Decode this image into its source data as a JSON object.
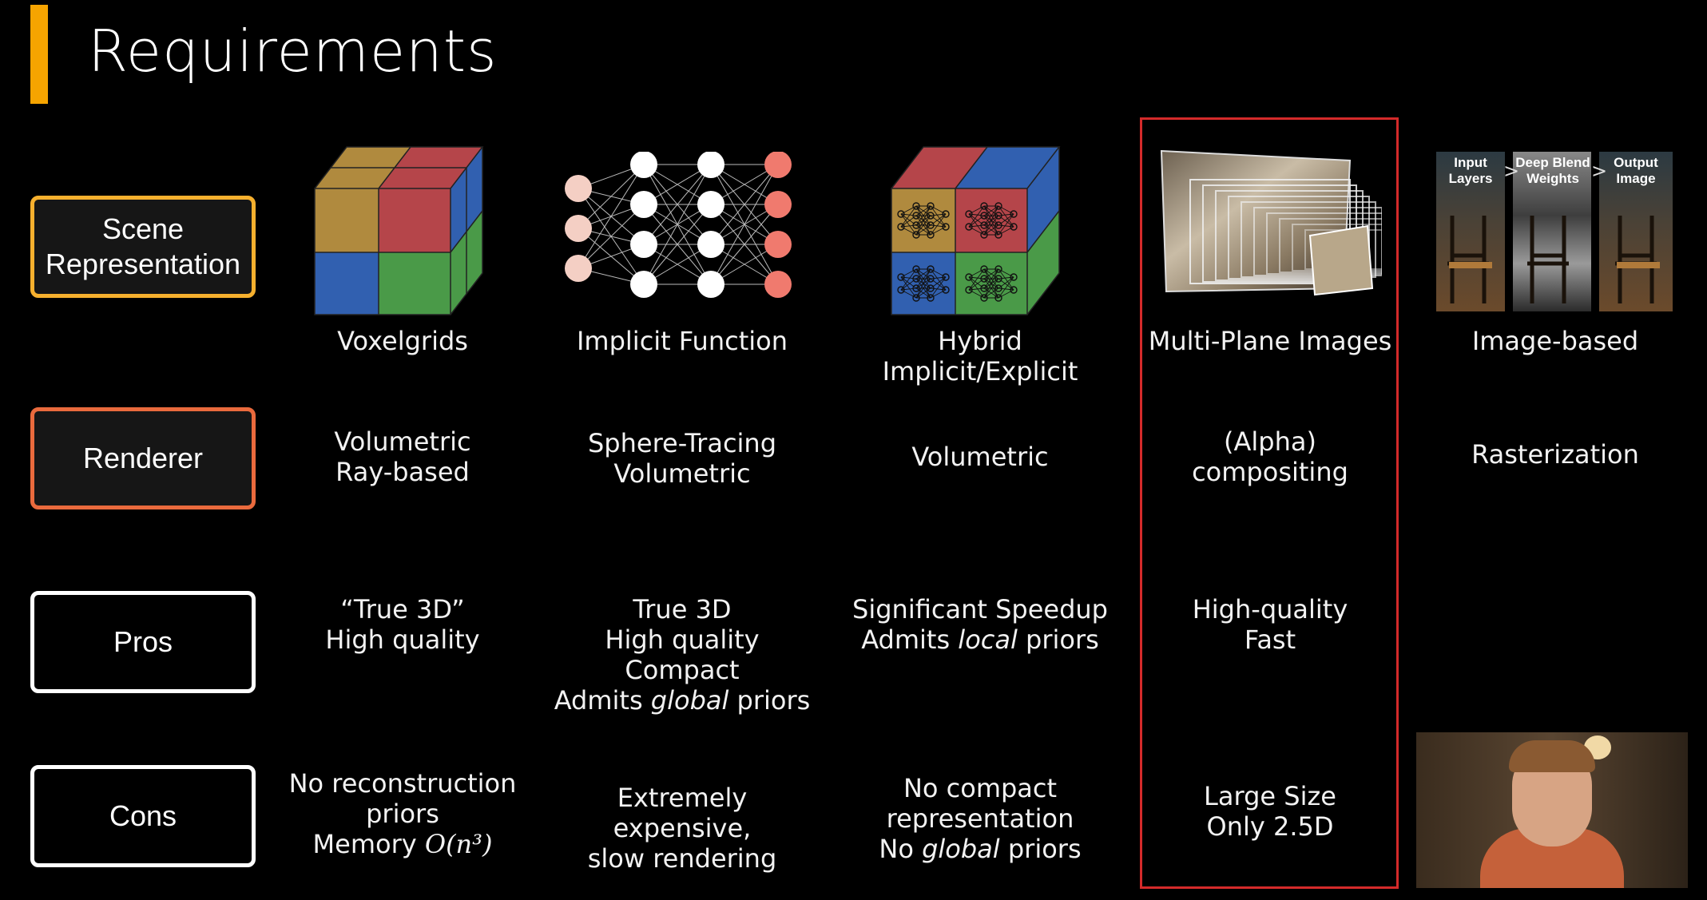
{
  "title": "Requirements",
  "colors": {
    "accent": "#f6a400",
    "scene_border": "#f6b02e",
    "renderer_border": "#ea6a3d",
    "highlight_border": "#d42a2a",
    "cube_gold": "#b08a3e",
    "cube_red": "#b5454a",
    "cube_blue": "#3160b0",
    "cube_green": "#4a9a48",
    "node_pink": "#f4cfc4",
    "node_white": "#ffffff",
    "node_salmon": "#f07a6e"
  },
  "row_labels": {
    "scene": "Scene\nRepresentation",
    "renderer": "Renderer",
    "pros": "Pros",
    "cons": "Cons"
  },
  "columns": [
    {
      "icon": "voxel-cube-icon",
      "name": "Voxelgrids",
      "renderer": "Volumetric\nRay-based",
      "pros": "“True 3D”\nHigh quality",
      "cons_lines": [
        "No reconstruction",
        "priors"
      ],
      "cons_memory_prefix": "Memory ",
      "cons_memory_formula": "O(n³)"
    },
    {
      "icon": "neural-network-icon",
      "name": "Implicit Function",
      "renderer": "Sphere-Tracing\nVolumetric",
      "pros_lines": [
        "True 3D",
        "High quality",
        "Compact"
      ],
      "pros_last_pre": "Admits ",
      "pros_last_em": "global",
      "pros_last_post": " priors",
      "cons": "Extremely expensive,\nslow rendering"
    },
    {
      "icon": "hybrid-cube-icon",
      "name": "Hybrid\nImplicit/Explicit",
      "renderer": "Volumetric",
      "pros_first": "Significant Speedup",
      "pros_last_pre": "Admits ",
      "pros_last_em": "local",
      "pros_last_post": " priors",
      "cons_lines": [
        "No compact",
        "representation"
      ],
      "cons_last_pre": "No ",
      "cons_last_em": "global",
      "cons_last_post": " priors"
    },
    {
      "icon": "multi-plane-image",
      "name": "Multi-Plane Images",
      "renderer": "(Alpha)\ncompositing",
      "pros": "High-quality\nFast",
      "cons": "Large Size\nOnly 2.5D"
    },
    {
      "icon": "image-based-diagram",
      "name": "Image-based",
      "renderer": "Rasterization",
      "diagram_labels": [
        "Input\nLayers",
        "Deep Blend\nWeights",
        "Output\nImage"
      ],
      "diagram_arrow": ">"
    }
  ]
}
